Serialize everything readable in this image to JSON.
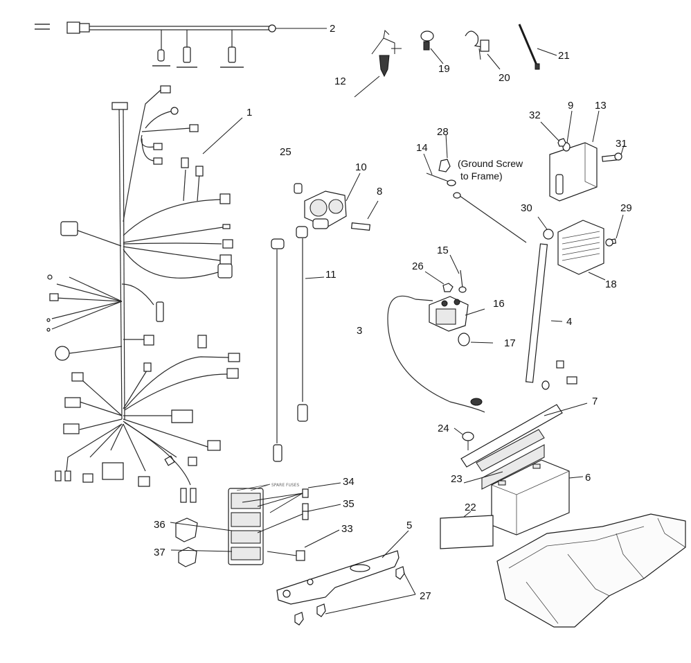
{
  "diagram": {
    "ground_note_line1": "(Ground Screw",
    "ground_note_line2": "to Frame)",
    "spare_fuses_label": "SPARE FUSES",
    "callouts": {
      "c1": "1",
      "c2": "2",
      "c3": "3",
      "c4": "4",
      "c5": "5",
      "c6": "6",
      "c7": "7",
      "c8": "8",
      "c9": "9",
      "c10": "10",
      "c11": "11",
      "c12": "12",
      "c13": "13",
      "c14": "14",
      "c15": "15",
      "c16": "16",
      "c17": "17",
      "c18": "18",
      "c19": "19",
      "c20": "20",
      "c21": "21",
      "c22": "22",
      "c23": "23",
      "c24": "24",
      "c25": "25",
      "c26": "26",
      "c27": "27",
      "c28": "28",
      "c29": "29",
      "c30": "30",
      "c31": "31",
      "c32": "32",
      "c33": "33",
      "c34": "34",
      "c35": "35",
      "c36": "36",
      "c37": "37"
    }
  }
}
